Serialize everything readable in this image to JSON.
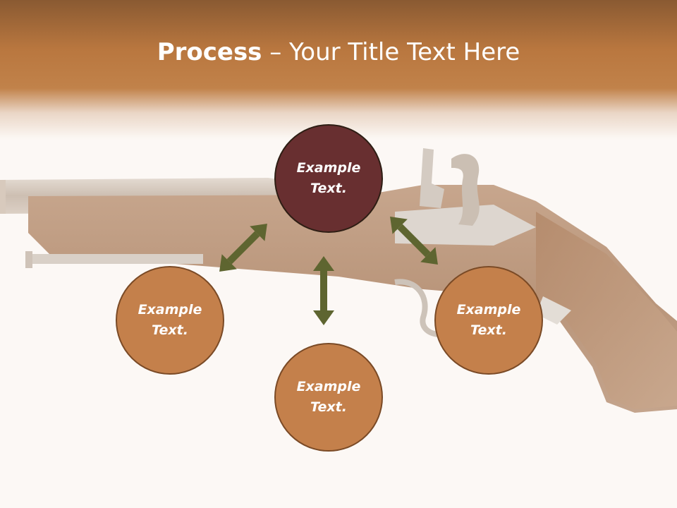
{
  "slide": {
    "title_bold": "Process",
    "title_rest": " – Your Title Text Here"
  },
  "circles": {
    "top": "Example Text.",
    "left": "Example Text.",
    "right": "Example Text.",
    "bottom": "Example Text."
  },
  "colors": {
    "header": "#b9773f",
    "background": "#fcf8f5",
    "center_circle": "#682f30",
    "outer_circles": "#c4804b",
    "arrows": "#5e6530"
  },
  "icons": {
    "background_image": "flintlock-pistol",
    "connectors": "double-headed-arrow"
  }
}
